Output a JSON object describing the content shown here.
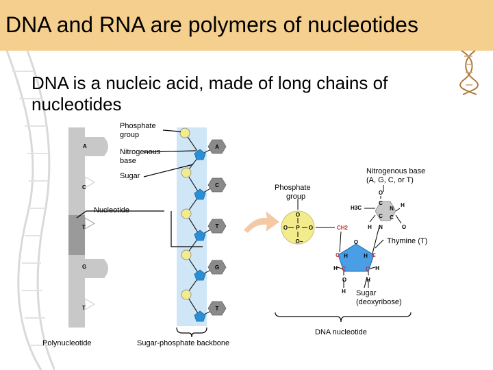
{
  "slide": {
    "title": "DNA and RNA are polymers of nucleotides",
    "subtitle": "DNA is a nucleic acid, made of long chains of nucleotides"
  },
  "labels": {
    "phosphate_group_left_1": "Phosphate",
    "phosphate_group_left_2": "group",
    "nitrogenous_base_left_1": "Nitrogenous",
    "nitrogenous_base_left_2": "base",
    "sugar_left": "Sugar",
    "nucleotide": "Nucleotide",
    "polynucleotide": "Polynucleotide",
    "backbone": "Sugar-phosphate backbone",
    "phosphate_group_right_1": "Phosphate",
    "phosphate_group_right_2": "group",
    "nitrogenous_base_right_1": "Nitrogenous base",
    "nitrogenous_base_right_2": "(A, G, C, or T)",
    "thymine": "Thymine (T)",
    "sugar_right_1": "Sugar",
    "sugar_right_2": "(deoxyribose)",
    "dna_nucleotide": "DNA nucleotide"
  },
  "strand_bases": [
    "A",
    "C",
    "T",
    "G",
    "T"
  ],
  "chem": {
    "o": "O",
    "p": "P",
    "o_minus": "O−",
    "h": "H",
    "c": "C",
    "n": "N",
    "h3c": "H3C",
    "ch2": "CH2"
  },
  "colors": {
    "title_bar": "#f5cf8e",
    "backbone": "#cfe6f7",
    "phosphate": "#f3ec8c",
    "sugar": "#2a8fd6",
    "base": "#8a8a8a",
    "strip": "#c8c8c8",
    "arrow": "#f3c9a6"
  }
}
